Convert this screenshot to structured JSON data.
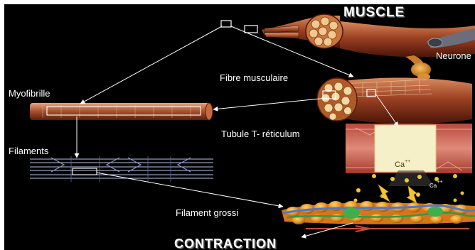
{
  "title_top": "MUSCLE",
  "title_bottom": "CONTRACTION",
  "labels": {
    "neurone": "Neurone",
    "fibre": "Fibre musculaire",
    "myofibrille": "Myofibrille",
    "tubule": "Tubule T- réticulum",
    "filaments": "Filaments",
    "filament_grossi": "Filament grossi"
  },
  "calcium": {
    "label": "Ca",
    "charge": "++"
  },
  "colors": {
    "background": "#000000",
    "muscle": "#8b3a1e",
    "text": "#ffffff",
    "calcium": "#f2c531"
  }
}
